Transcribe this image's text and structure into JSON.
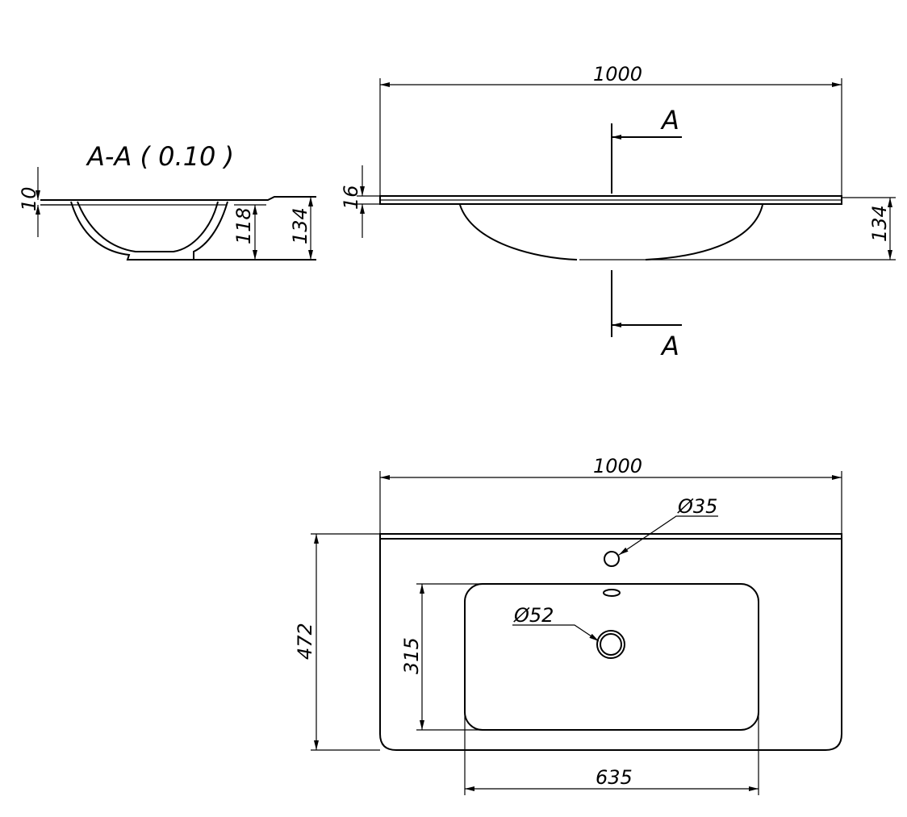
{
  "section": {
    "title": "A-A ( 0.10 )",
    "dim_top_thickness": "10",
    "dim_bowl_depth": "118",
    "dim_total_height": "134"
  },
  "front_view": {
    "dim_width": "1000",
    "dim_slab": "16",
    "dim_height": "134",
    "section_mark_top": "A",
    "section_mark_bottom": "A"
  },
  "plan_view": {
    "dim_width": "1000",
    "dim_depth": "472",
    "dim_basin_depth": "315",
    "dim_basin_width": "635",
    "tap_hole": "Ø35",
    "drain_hole": "Ø52"
  }
}
